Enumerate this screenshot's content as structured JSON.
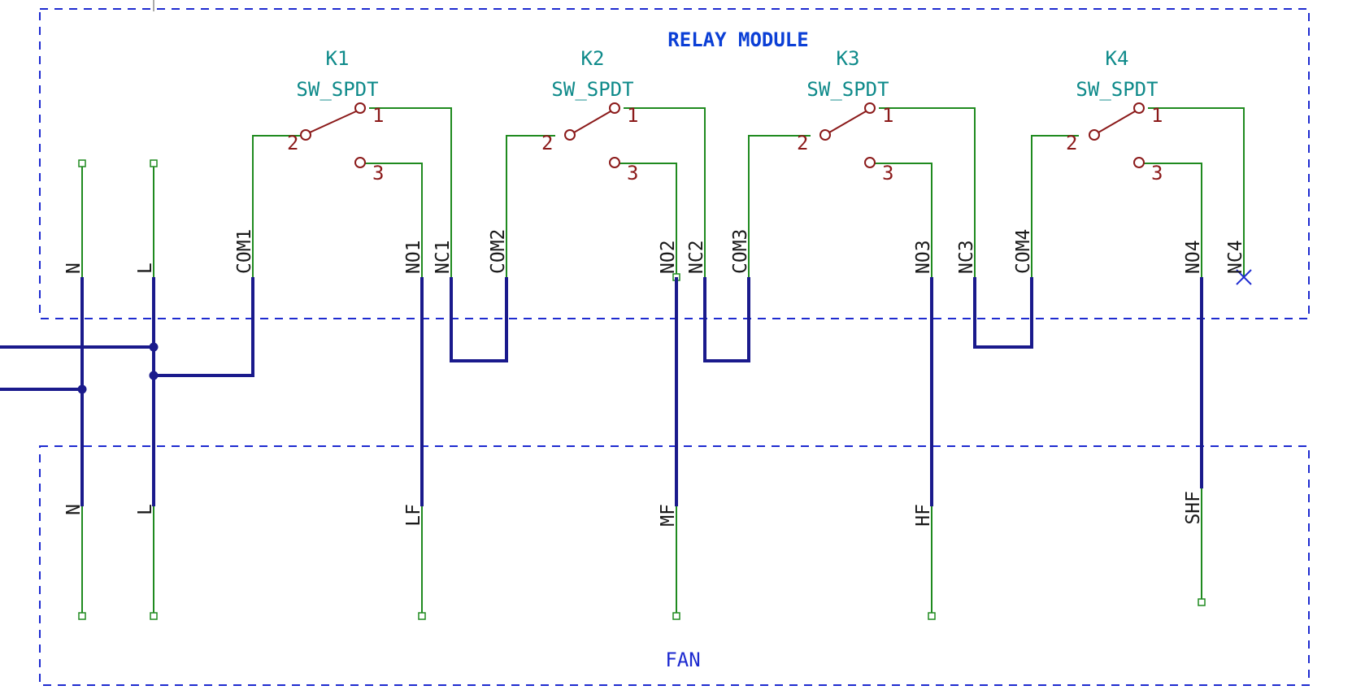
{
  "sheets": {
    "relay_module": "RELAY MODULE",
    "fan": "FAN"
  },
  "relays": [
    {
      "ref": "K1",
      "value": "SW_SPDT",
      "pin1": "1",
      "pin2": "2",
      "pin3": "3"
    },
    {
      "ref": "K2",
      "value": "SW_SPDT",
      "pin1": "1",
      "pin2": "2",
      "pin3": "3"
    },
    {
      "ref": "K3",
      "value": "SW_SPDT",
      "pin1": "1",
      "pin2": "2",
      "pin3": "3"
    },
    {
      "ref": "K4",
      "value": "SW_SPDT",
      "pin1": "1",
      "pin2": "2",
      "pin3": "3"
    }
  ],
  "module_pins": {
    "n": "N",
    "l": "L",
    "com1": "COM1",
    "no1": "NO1",
    "nc1": "NC1",
    "com2": "COM2",
    "no2": "NO2",
    "nc2": "NC2",
    "com3": "COM3",
    "no3": "NO3",
    "nc3": "NC3",
    "com4": "COM4",
    "no4": "NO4",
    "nc4": "NC4"
  },
  "fan_pins": {
    "n": "N",
    "l": "L",
    "lf": "LF",
    "mf": "MF",
    "hf": "HF",
    "shf": "SHF"
  },
  "colors": {
    "wire": "#1f8a1f",
    "bus": "#1a1a8c",
    "symbol": "#8b1a1a",
    "reference": "#0e8a8a",
    "sheet_border": "#1e2bd0"
  }
}
